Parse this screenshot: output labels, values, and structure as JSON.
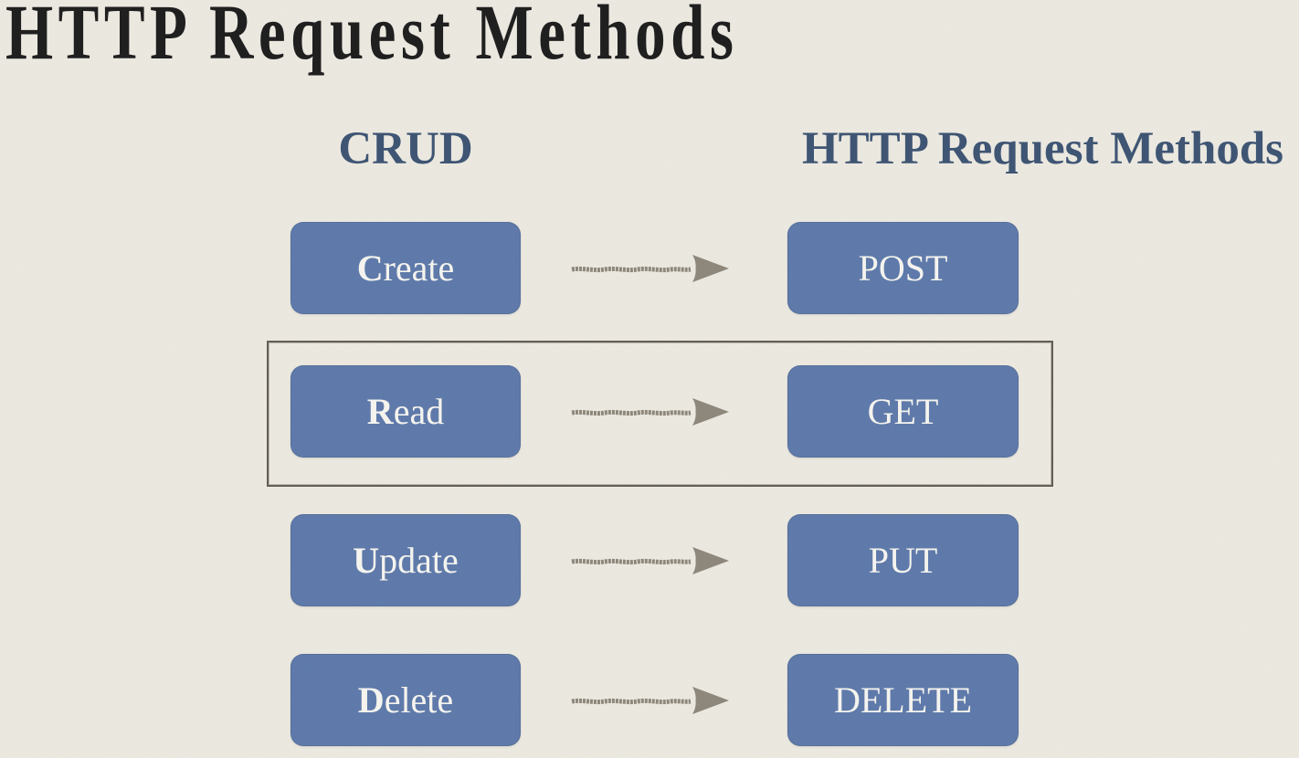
{
  "title": "HTTP Request Methods",
  "columns": {
    "left": "CRUD",
    "right": "HTTP Request Methods"
  },
  "rows": [
    {
      "left": "Create",
      "right": "POST"
    },
    {
      "left": "Read",
      "right": "GET"
    },
    {
      "left": "Update",
      "right": "PUT"
    },
    {
      "left": "Delete",
      "right": "DELETE"
    }
  ],
  "highlighted_row": "Read",
  "colors": {
    "background": "#efece4",
    "box_fill": "#5b77a8",
    "box_text": "#f4f3ee",
    "header_text": "#3a5170",
    "title_text": "#1a1a1a",
    "arrow": "#8b8478",
    "outline": "#615b51"
  }
}
